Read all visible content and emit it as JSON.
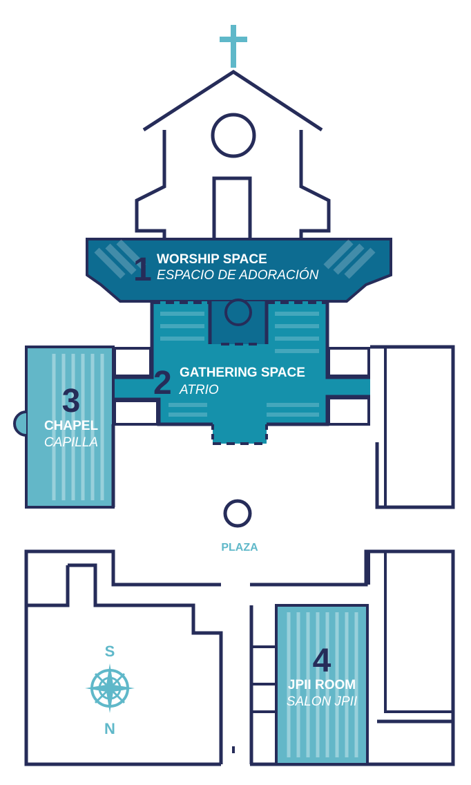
{
  "colors": {
    "wall": "#262c59",
    "worship": "#0d6c91",
    "gathering": "#1591ab",
    "light": "#63b7c8",
    "accent": "#5fb8c9"
  },
  "spaces": [
    {
      "id": "worship",
      "number": "1",
      "title": "WORSHIP SPACE",
      "subtitle": "ESPACIO DE ADORACIÓN"
    },
    {
      "id": "gathering",
      "number": "2",
      "title": "GATHERING SPACE",
      "subtitle": "ATRIO"
    },
    {
      "id": "chapel",
      "number": "3",
      "title": "CHAPEL",
      "subtitle": "CAPILLA"
    },
    {
      "id": "jpii",
      "number": "4",
      "title": "JPII ROOM",
      "subtitle": "SALON JPII"
    }
  ],
  "plaza_label": "PLAZA",
  "compass": {
    "north": "N",
    "south": "S",
    "icon": "compass-rose-icon"
  },
  "cross_icon": "cross-icon"
}
